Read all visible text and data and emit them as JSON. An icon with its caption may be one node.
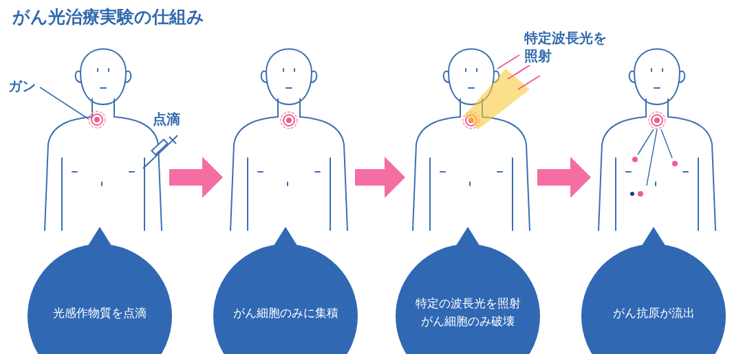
{
  "diagram": {
    "title": "がん光治療実験の仕組み",
    "nodes": [
      {
        "text": [],
        "shape": "picture"
      },
      {
        "text": [
          "ガン"
        ]
      },
      {
        "text": [],
        "shape": "circle",
        "in": 0
      },
      {
        "text": [],
        "shape": "picture"
      },
      {
        "text": [],
        "shape": "picture"
      },
      {
        "text": [],
        "shape": "picture"
      },
      {
        "text": [
          "光感作物質を点滴"
        ]
      },
      {
        "text": [
          "がん細胞のみに集積"
        ]
      },
      {
        "text": [
          "特定の波長光を照射",
          "がん細胞のみ破壊"
        ]
      },
      {
        "text": [
          "がん抗原が流出"
        ]
      }
    ],
    "edges": [
      {
        "from": 1,
        "to": 2,
        "arrow": "none"
      },
      {
        "from": 0,
        "to": 3,
        "arrow": "to"
      },
      {
        "from": 3,
        "to": 4,
        "arrow": "to"
      },
      {
        "from": 4,
        "to": 5,
        "arrow": "to"
      }
    ],
    "labels": [
      "点滴",
      "特定波長光を照射"
    ]
  }
}
